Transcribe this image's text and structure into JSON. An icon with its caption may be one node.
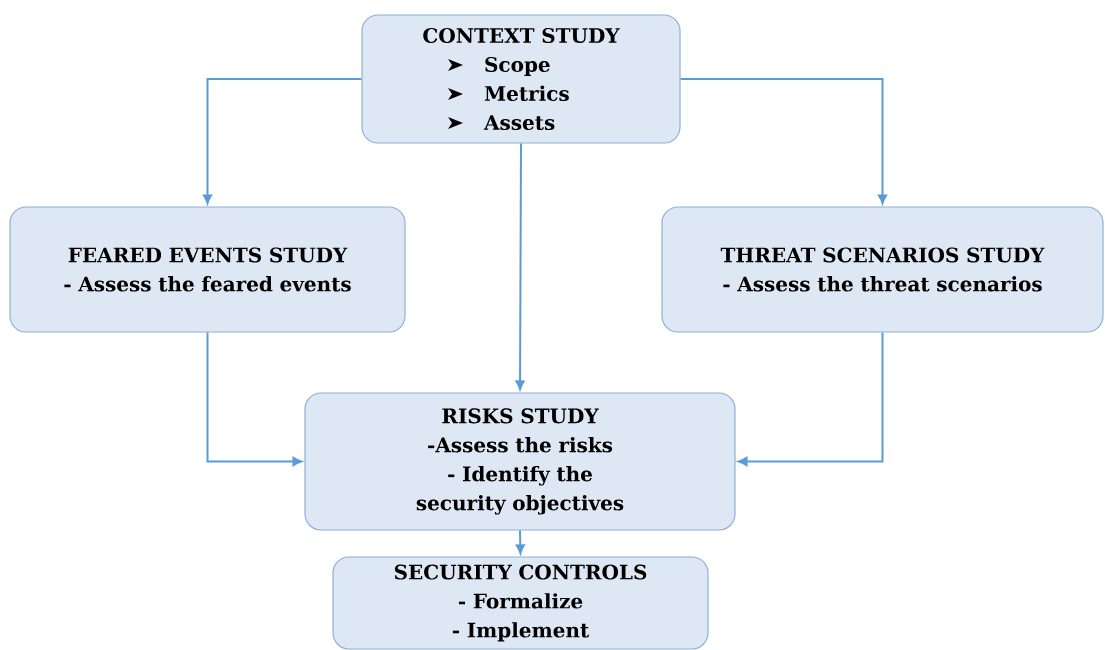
{
  "diagram": {
    "nodes": [
      {
        "text": [
          "CONTEXT STUDY",
          "Scope",
          "Metrics",
          "Assets"
        ]
      },
      {
        "text": [
          "FEARED EVENTS STUDY",
          "- Assess the feared events"
        ]
      },
      {
        "text": [
          "THREAT SCENARIOS STUDY",
          "- Assess the threat scenarios"
        ]
      },
      {
        "text": [
          "RISKS STUDY",
          "-Assess the risks",
          "- Identify the security objectives"
        ]
      },
      {
        "text": [
          "SECURITY CONTROLS",
          "- Formalize",
          "- Implement"
        ]
      }
    ],
    "edges": [
      {
        "from": 0,
        "to": 1,
        "arrow": "to"
      },
      {
        "from": 0,
        "to": 3,
        "arrow": "to"
      },
      {
        "from": 0,
        "to": 2,
        "arrow": "to"
      },
      {
        "from": 1,
        "to": 3,
        "arrow": "to"
      },
      {
        "from": 2,
        "to": 3,
        "arrow": "to"
      },
      {
        "from": 3,
        "to": 4,
        "arrow": "to"
      }
    ]
  }
}
